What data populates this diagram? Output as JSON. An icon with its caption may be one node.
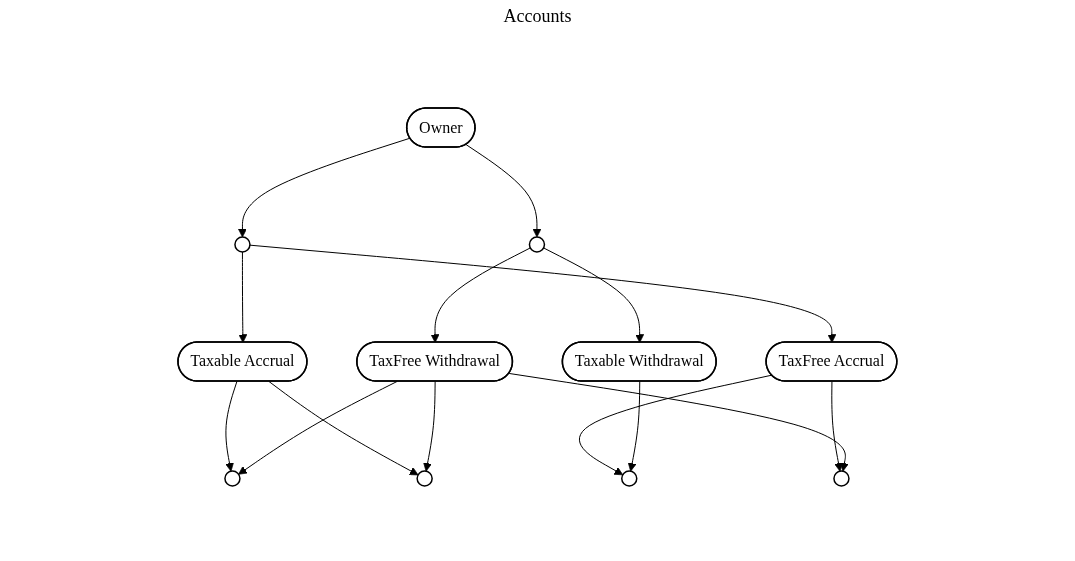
{
  "diagram": {
    "nodes": [
      {
        "text": [
          "Owner"
        ]
      },
      {
        "text": [],
        "shape": "circle"
      },
      {
        "text": [],
        "shape": "circle"
      },
      {
        "text": [
          "Taxable Accrual"
        ]
      },
      {
        "text": [],
        "shape": "circle"
      },
      {
        "text": [
          "Taxable Withdrawal"
        ]
      },
      {
        "text": [],
        "shape": "circle"
      },
      {
        "text": [
          "TaxFree Accrual"
        ]
      },
      {
        "text": [],
        "shape": "circle"
      },
      {
        "text": [
          "TaxFree Withdrawal"
        ]
      },
      {
        "text": [],
        "shape": "circle"
      }
    ],
    "edges": [
      {
        "from": 0,
        "to": 1,
        "arrow": "to"
      },
      {
        "from": 0,
        "to": 2,
        "arrow": "to"
      },
      {
        "from": 1,
        "to": 3,
        "arrow": "to"
      },
      {
        "from": 1,
        "to": 7,
        "arrow": "to"
      },
      {
        "from": 2,
        "to": 5,
        "arrow": "to"
      },
      {
        "from": 2,
        "to": 9,
        "arrow": "to"
      },
      {
        "from": 3,
        "to": 4,
        "arrow": "to"
      },
      {
        "from": 3,
        "to": 6,
        "arrow": "to"
      },
      {
        "from": 7,
        "to": 8,
        "arrow": "to"
      },
      {
        "from": 7,
        "to": 10,
        "arrow": "to"
      },
      {
        "from": 5,
        "to": 8,
        "arrow": "to"
      },
      {
        "from": 9,
        "to": 4,
        "arrow": "to"
      },
      {
        "from": 9,
        "to": 6,
        "arrow": "to"
      },
      {
        "from": 9,
        "to": 10,
        "arrow": "to"
      }
    ],
    "labels": [
      "Accounts"
    ]
  }
}
